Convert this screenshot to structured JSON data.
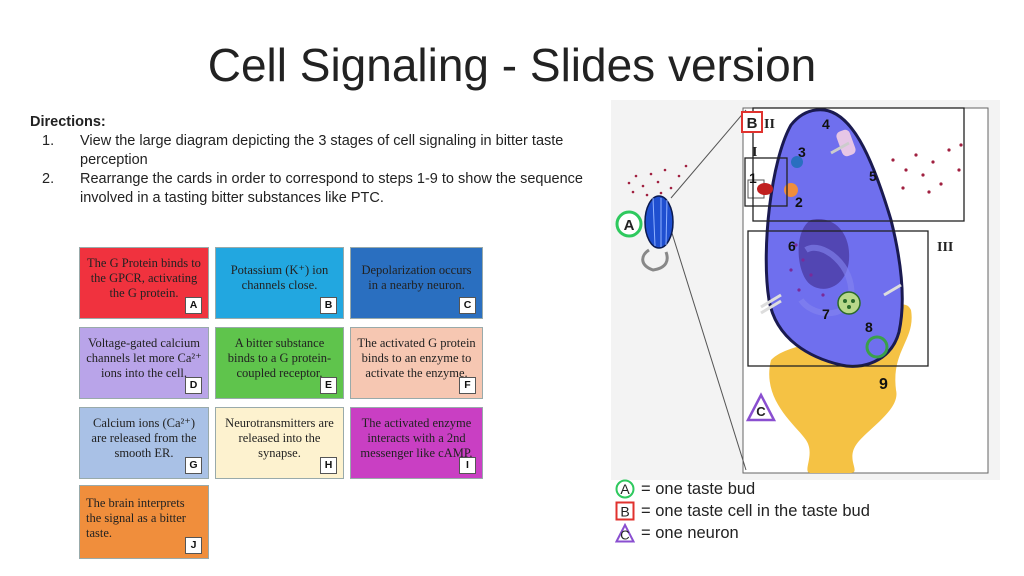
{
  "title": "Cell Signaling - Slides version",
  "directions": {
    "heading": "Directions:",
    "items": [
      {
        "num": "1.",
        "text": "View the large diagram depicting the 3 stages of cell signaling in bitter taste perception"
      },
      {
        "num": "2.",
        "text": "Rearrange the cards in order to correspond to steps 1-9 to show the sequence involved in a tasting bitter substances like PTC."
      }
    ]
  },
  "cards": [
    {
      "id": "A",
      "text": "The G Protein binds to the GPCR, activating the G protein.",
      "color": "#f0323e"
    },
    {
      "id": "B",
      "text": "Potassium (K⁺) ion channels close.",
      "color": "#22a7e0"
    },
    {
      "id": "C",
      "text": "Depolarization occurs in a nearby neuron.",
      "color": "#2a6fc0"
    },
    {
      "id": "D",
      "text": "Voltage-gated calcium channels let more Ca²⁺ ions into the cell.",
      "color": "#b9a4e9"
    },
    {
      "id": "E",
      "text": "A bitter substance binds to a G protein-coupled receptor.",
      "color": "#5fc44c"
    },
    {
      "id": "F",
      "text": "The activated G protein binds to an enzyme to activate the enzyme.",
      "color": "#f6c7b2"
    },
    {
      "id": "G",
      "text": "Calcium ions (Ca²⁺) are released from the smooth ER.",
      "color": "#a9c1e6"
    },
    {
      "id": "H",
      "text": "Neurotransmitters are released into the synapse.",
      "color": "#fdf2cf"
    },
    {
      "id": "I",
      "text": "The activated enzyme interacts with a 2nd messenger like cAMP.",
      "color": "#c93fc3"
    },
    {
      "id": "J",
      "text": "The brain interprets the signal as a bitter taste.",
      "color": "#f08e3c"
    }
  ],
  "diagram": {
    "stage_labels": [
      "I",
      "II",
      "III"
    ],
    "step_numbers": [
      "1",
      "2",
      "3",
      "4",
      "5",
      "6",
      "7",
      "8",
      "9"
    ],
    "markers": {
      "a": "A",
      "b": "B",
      "c": "C"
    },
    "colors": {
      "cell": "#6f6fee",
      "nucleus": "#4d3fa8",
      "neuron": "#f5c244",
      "marker_a": "#2ec95e",
      "marker_b": "#e0322e",
      "marker_c": "#8a4fd0"
    }
  },
  "legend": [
    {
      "symbol": "A",
      "text": "= one taste bud"
    },
    {
      "symbol": "B",
      "text": "= one taste cell in the taste bud"
    },
    {
      "symbol": "C",
      "text": "= one neuron"
    }
  ]
}
